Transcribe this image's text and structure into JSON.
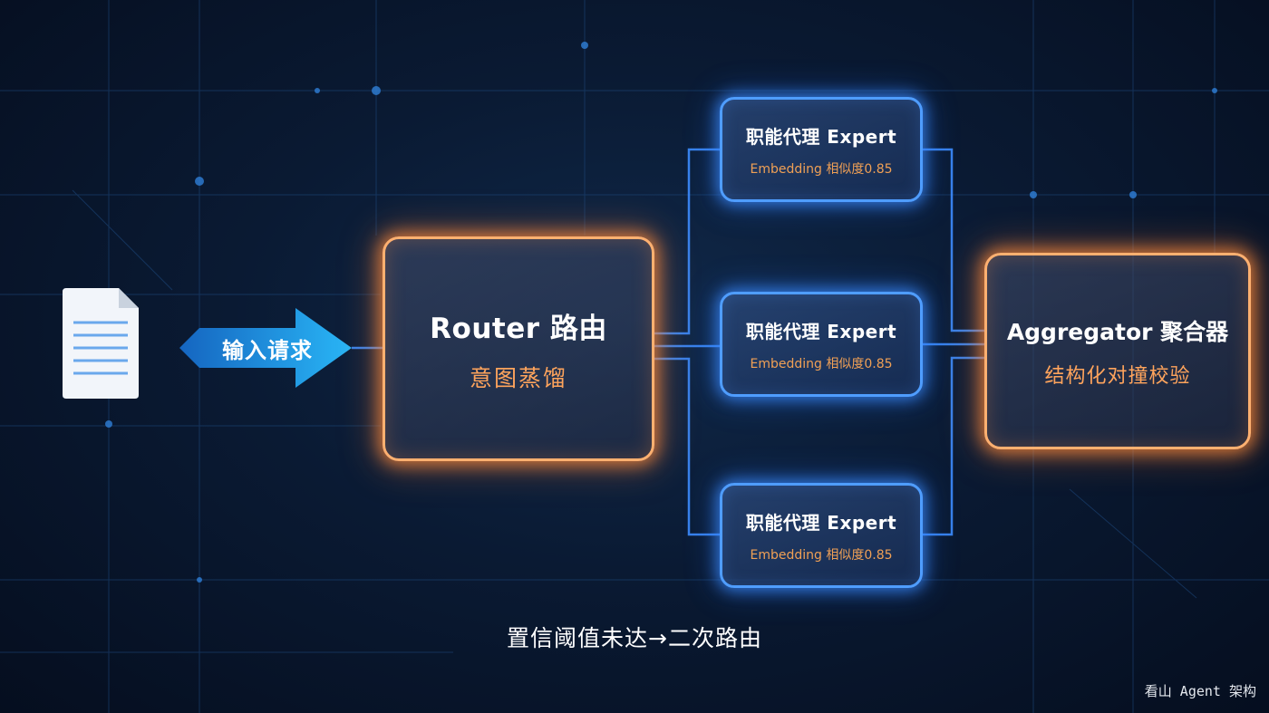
{
  "input": {
    "label": "输入请求",
    "icon": "document-icon"
  },
  "router": {
    "title": "Router 路由",
    "subtitle": "意图蒸馏"
  },
  "experts": [
    {
      "title": "职能代理 Expert",
      "subtitle": "Embedding 相似度0.85"
    },
    {
      "title": "职能代理 Expert",
      "subtitle": "Embedding 相似度0.85"
    },
    {
      "title": "职能代理 Expert",
      "subtitle": "Embedding 相似度0.85"
    }
  ],
  "aggregator": {
    "title": "Aggregator 聚合器",
    "subtitle": "结构化对撞校验"
  },
  "caption": "置信阈值未达→二次路由",
  "watermark": "看山 Agent 架构",
  "colors": {
    "background": "#0a1a33",
    "router_glow": "#ff8c3c",
    "expert_glow": "#3c8cff",
    "accent_text": "#ffa45c",
    "wire": "#3d8dff"
  }
}
